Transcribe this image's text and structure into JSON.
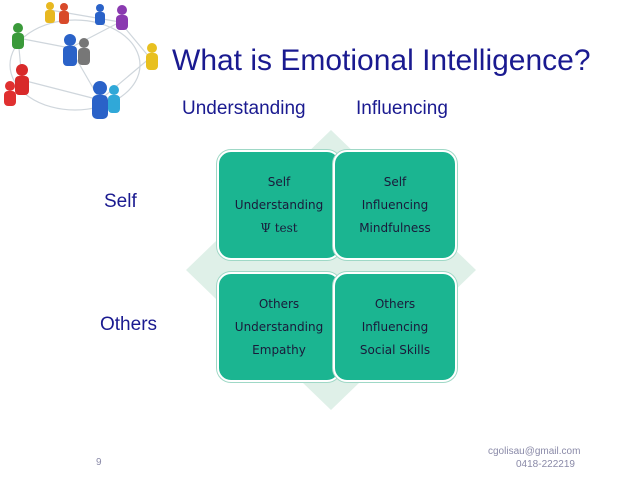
{
  "title": "What is Emotional Intelligence?",
  "columns": [
    "Understanding",
    "Influencing"
  ],
  "rows": [
    "Self",
    "Others"
  ],
  "quadrants": {
    "self_understanding": [
      "Self",
      "Understanding",
      "Ψ test"
    ],
    "self_influencing": [
      "Self",
      "Influencing",
      "Mindfulness"
    ],
    "others_understanding": [
      "Others",
      "Understanding",
      "Empathy"
    ],
    "others_influencing": [
      "Others",
      "Influencing",
      "Social Skills"
    ]
  },
  "footer": {
    "page_number": "9",
    "email": "cgolisau@gmail.com",
    "phone": "0418-222219"
  },
  "colors": {
    "title_text": "#1a1a90",
    "box_fill": "#1bb591",
    "diamond_fill": "#dff0e8"
  },
  "icons": [
    "people-network-logo"
  ]
}
